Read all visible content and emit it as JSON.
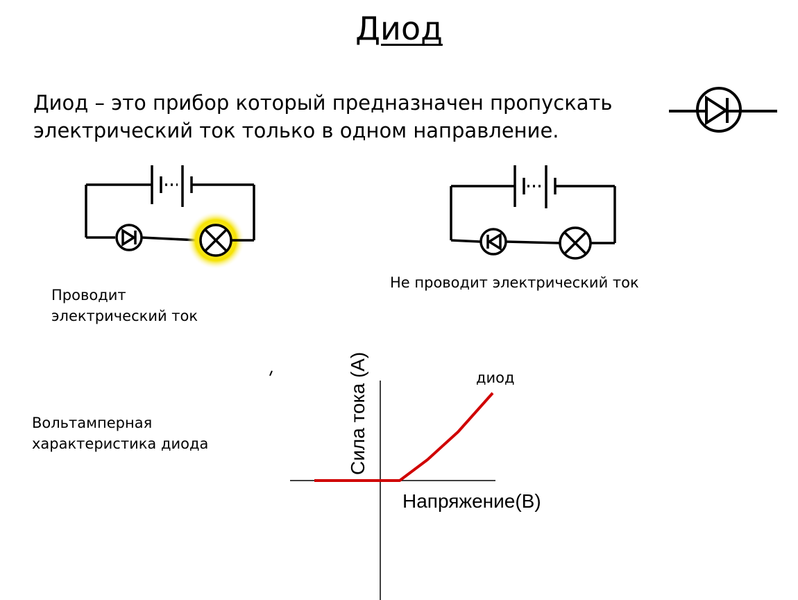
{
  "title": "Диод",
  "definition": "Диод –  это прибор который предназначен пропускать электрический ток только в одном направление.",
  "captions": {
    "conducts_line1": "Проводит",
    "conducts_line2": "электрический ток",
    "not_conducts": "Не проводит электрический ток",
    "iv_line1": "Вольтамперная",
    "iv_line2": "характеристика диода"
  },
  "graph": {
    "curve_label": "диод",
    "x_label": "Напряжение(В)",
    "y_label": "Сила тока (А)"
  },
  "colors": {
    "curve": "#d00000",
    "glow": "#f5e200",
    "ink": "#000000"
  }
}
